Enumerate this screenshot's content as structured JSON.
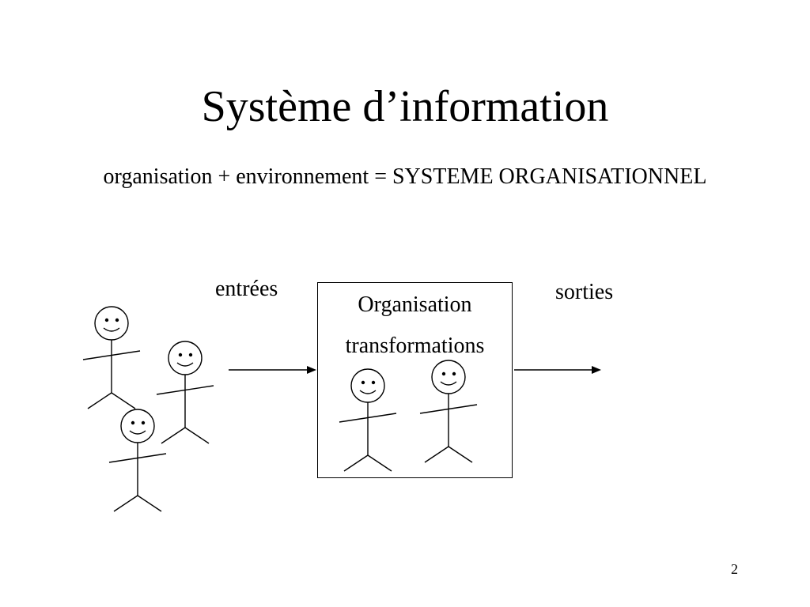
{
  "slide": {
    "title": "Système d’information",
    "subtitle": "organisation + environnement = SYSTEME ORGANISATIONNEL",
    "page_number": "2"
  },
  "diagram": {
    "inputs_label": "entrées",
    "outputs_label": "sorties",
    "box_title": "Organisation",
    "box_subtitle": "transformations"
  }
}
